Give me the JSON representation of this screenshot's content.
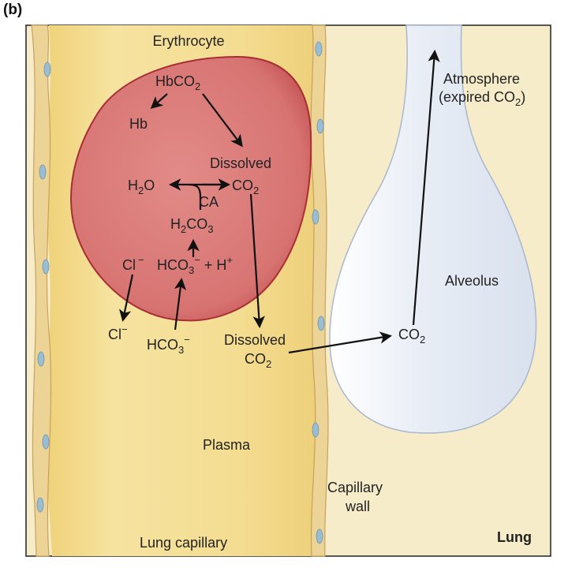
{
  "panel_letter": "(b)",
  "labels": {
    "erythrocyte": "Erythrocyte",
    "hbco2": "HbCO",
    "hbco2_sub": "2",
    "hb": "Hb",
    "dissolved_rbc": "Dissolved",
    "co2_rbc": "CO",
    "co2_rbc_sub": "2",
    "h2o_h": "H",
    "h2o_sub": "2",
    "h2o_o": "O",
    "ca": "CA",
    "h2co3_h": "H",
    "h2co3_sub1": "2",
    "h2co3_co": "CO",
    "h2co3_sub2": "3",
    "cl_rbc": "Cl",
    "cl_rbc_sup": "−",
    "hco3_rbc": "HCO",
    "hco3_rbc_sub": "3",
    "hco3_rbc_sup": "−",
    "plus_h": " + H",
    "plus_h_sup": "+",
    "cl_plasma": "Cl",
    "cl_plasma_sup": "−",
    "hco3_plasma": "HCO",
    "hco3_plasma_sub": "3",
    "hco3_plasma_sup": "−",
    "dissolved_plasma": "Dissolved",
    "co2_plasma": "CO",
    "co2_plasma_sub": "2",
    "co2_alveolus": "CO",
    "co2_alveolus_sub": "2",
    "atmosphere": "Atmosphere",
    "expired": "(expired CO",
    "expired_sub": "2",
    "expired_close": ")",
    "alveolus": "Alveolus",
    "plasma": "Plasma",
    "capillary_wall_1": "Capillary",
    "capillary_wall_2": "wall",
    "lung_capillary": "Lung capillary",
    "lung": "Lung"
  },
  "colors": {
    "background": "#f6ecc9",
    "plasma": "#f3dc8e",
    "plasma_light": "#f8ebb6",
    "wall": "#e7c98b",
    "erythrocyte_fill": "#d87a78",
    "erythrocyte_edge": "#b3343a",
    "alveolus_fill": "#e3e8f2",
    "alveolus_edge": "#aab7cf",
    "nucleus": "#8fb3cc"
  }
}
